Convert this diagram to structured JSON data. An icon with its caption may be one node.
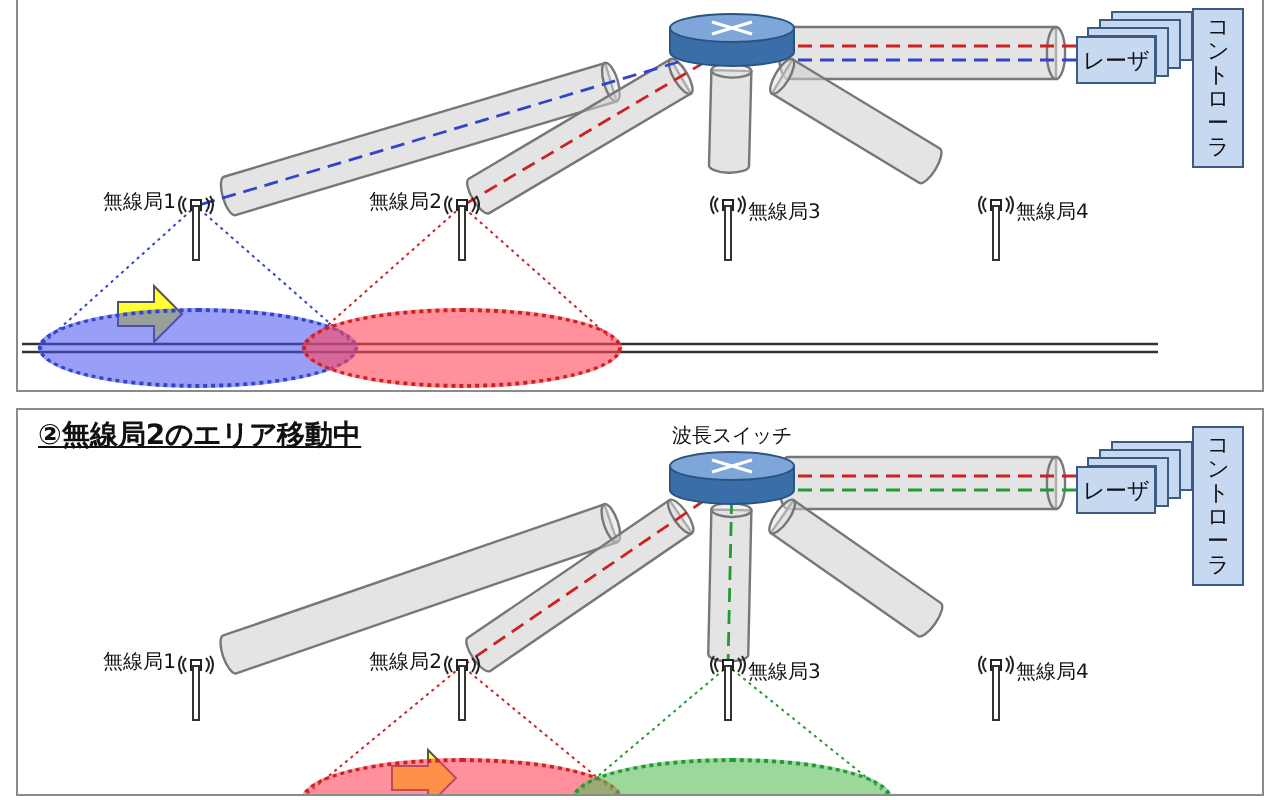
{
  "diagram": {
    "nodes": [
      {
        "text": [],
        "shape": "box"
      },
      {
        "text": [],
        "shape": "cylinder",
        "in": 0
      },
      {
        "text": [
          "レーザ"
        ],
        "in": 0
      },
      {
        "text": [
          "コントローラ"
        ],
        "in": 0
      },
      {
        "text": [
          "無線局1"
        ],
        "in": 0
      },
      {
        "text": [
          "無線局2"
        ],
        "in": 0
      },
      {
        "text": [
          "無線局3"
        ],
        "in": 0
      },
      {
        "text": [
          "無線局4"
        ],
        "in": 0
      },
      {
        "text": [],
        "shape": "ellipse",
        "in": 0
      },
      {
        "text": [],
        "shape": "ellipse",
        "in": 0
      },
      {
        "text": [
          "②無線局2のエリア移動中"
        ]
      },
      {
        "text": [
          "波長スイッチ"
        ],
        "in": 10
      },
      {
        "text": [
          "レーザ"
        ],
        "in": 10
      },
      {
        "text": [
          "コントローラ"
        ],
        "in": 10
      },
      {
        "text": [
          "無線局1"
        ],
        "in": 10
      },
      {
        "text": [
          "無線局2"
        ],
        "in": 10
      },
      {
        "text": [
          "無線局3"
        ],
        "in": 10
      },
      {
        "text": [
          "無線局4"
        ],
        "in": 10
      },
      {
        "text": [],
        "shape": "ellipse"
      },
      {
        "text": [],
        "shape": "ellipse"
      }
    ],
    "edges": [
      {
        "from": 2,
        "to": 1,
        "arrow": "none",
        "style": "dashed",
        "color": "#cc2222"
      },
      {
        "from": 2,
        "to": 1,
        "arrow": "none",
        "style": "dashed",
        "color": "#3344cc"
      },
      {
        "from": 1,
        "to": 4,
        "arrow": "none",
        "style": "dashed",
        "color": "#3344cc"
      },
      {
        "from": 1,
        "to": 5,
        "arrow": "none",
        "style": "dashed",
        "color": "#cc2222"
      },
      {
        "from": 12,
        "to": 11,
        "arrow": "none",
        "style": "dashed",
        "color": "#cc2222"
      },
      {
        "from": 12,
        "to": 11,
        "arrow": "none",
        "style": "dashed",
        "color": "#229933"
      },
      {
        "from": 11,
        "to": 15,
        "arrow": "none",
        "style": "dashed",
        "color": "#cc2222"
      },
      {
        "from": 11,
        "to": 16,
        "arrow": "none",
        "style": "dashed",
        "color": "#229933"
      }
    ]
  }
}
